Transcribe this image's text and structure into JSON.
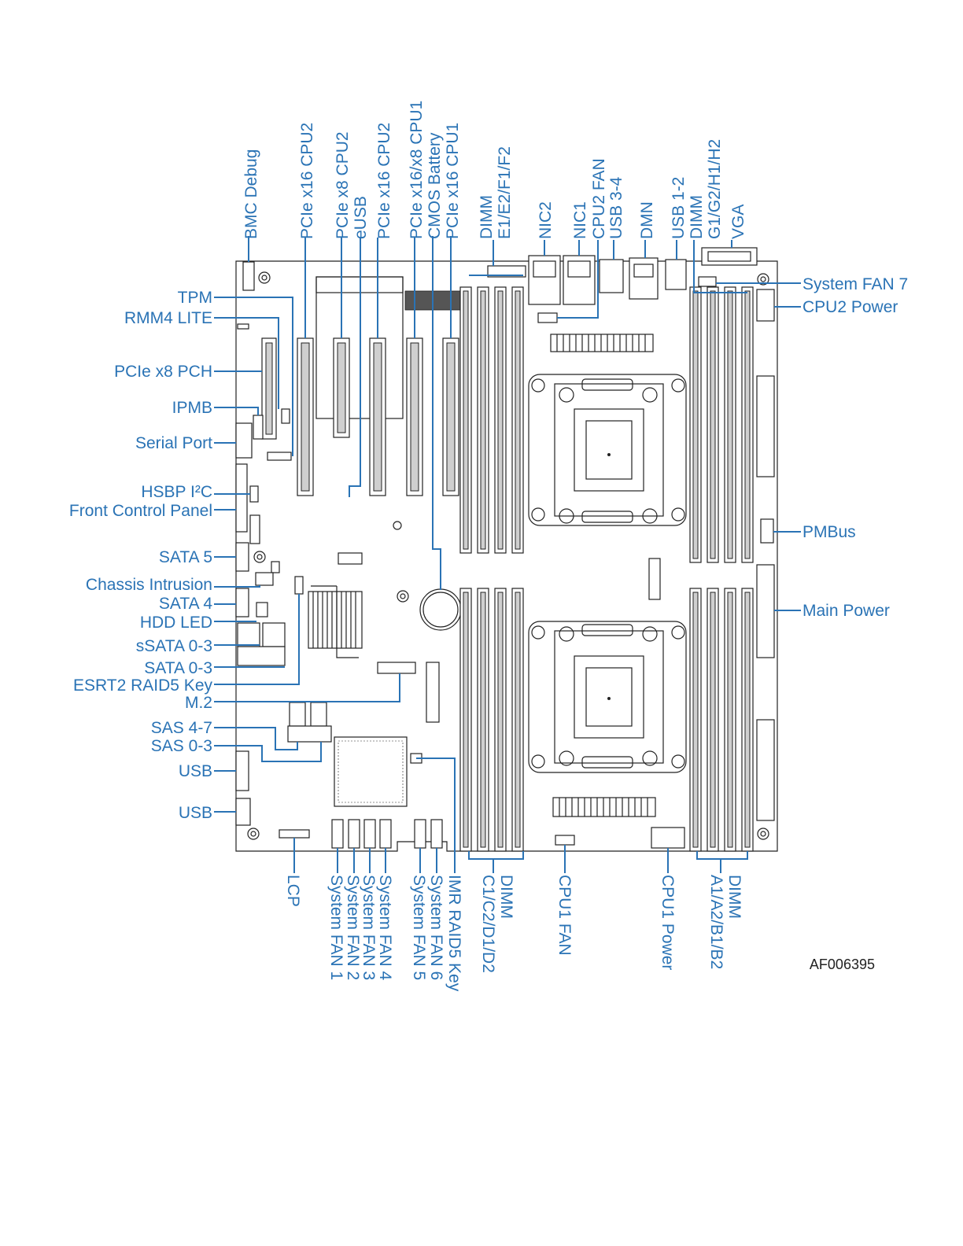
{
  "labels": {
    "top": [
      "BMC Debug",
      "PCIe x16 CPU2",
      "PCIe x8 CPU2",
      "eUSB",
      "PCIe x16 CPU2",
      "PCIe x16/x8 CPU1",
      "CMOS Battery",
      "PCIe x16 CPU1",
      "DIMM",
      "E1/E2/F1/F2",
      "NIC2",
      "NIC1",
      "CPU2 FAN",
      "USB 3-4",
      "DMN",
      "USB 1-2",
      "DIMM",
      "G1/G2/H1/H2",
      "VGA"
    ],
    "left": [
      "TPM",
      "RMM4 LITE",
      "PCIe x8 PCH",
      "IPMB",
      "Serial Port",
      "HSBP I²C",
      "Front Control Panel",
      "SATA 5",
      "Chassis Intrusion",
      "SATA 4",
      "HDD LED",
      "sSATA 0-3",
      "SATA 0-3",
      "ESRT2 RAID5 Key",
      "M.2",
      "SAS 4-7",
      "SAS 0-3",
      "USB",
      "USB"
    ],
    "right": [
      "System FAN 7",
      "CPU2 Power",
      "PMBus",
      "Main Power"
    ],
    "bottom": [
      "LCP",
      "System FAN 1",
      "System FAN 2",
      "System FAN 3",
      "System FAN 4",
      "System FAN 5",
      "System FAN 6",
      "IMR RAID5 Key",
      "DIMM",
      "C1/C2/D1/D2",
      "CPU1 FAN",
      "CPU1 Power",
      "DIMM",
      "A1/A2/B1/B2"
    ]
  },
  "figure_code": "AF006395",
  "colors": {
    "label": "#2a73b5",
    "outline": "#222222"
  }
}
